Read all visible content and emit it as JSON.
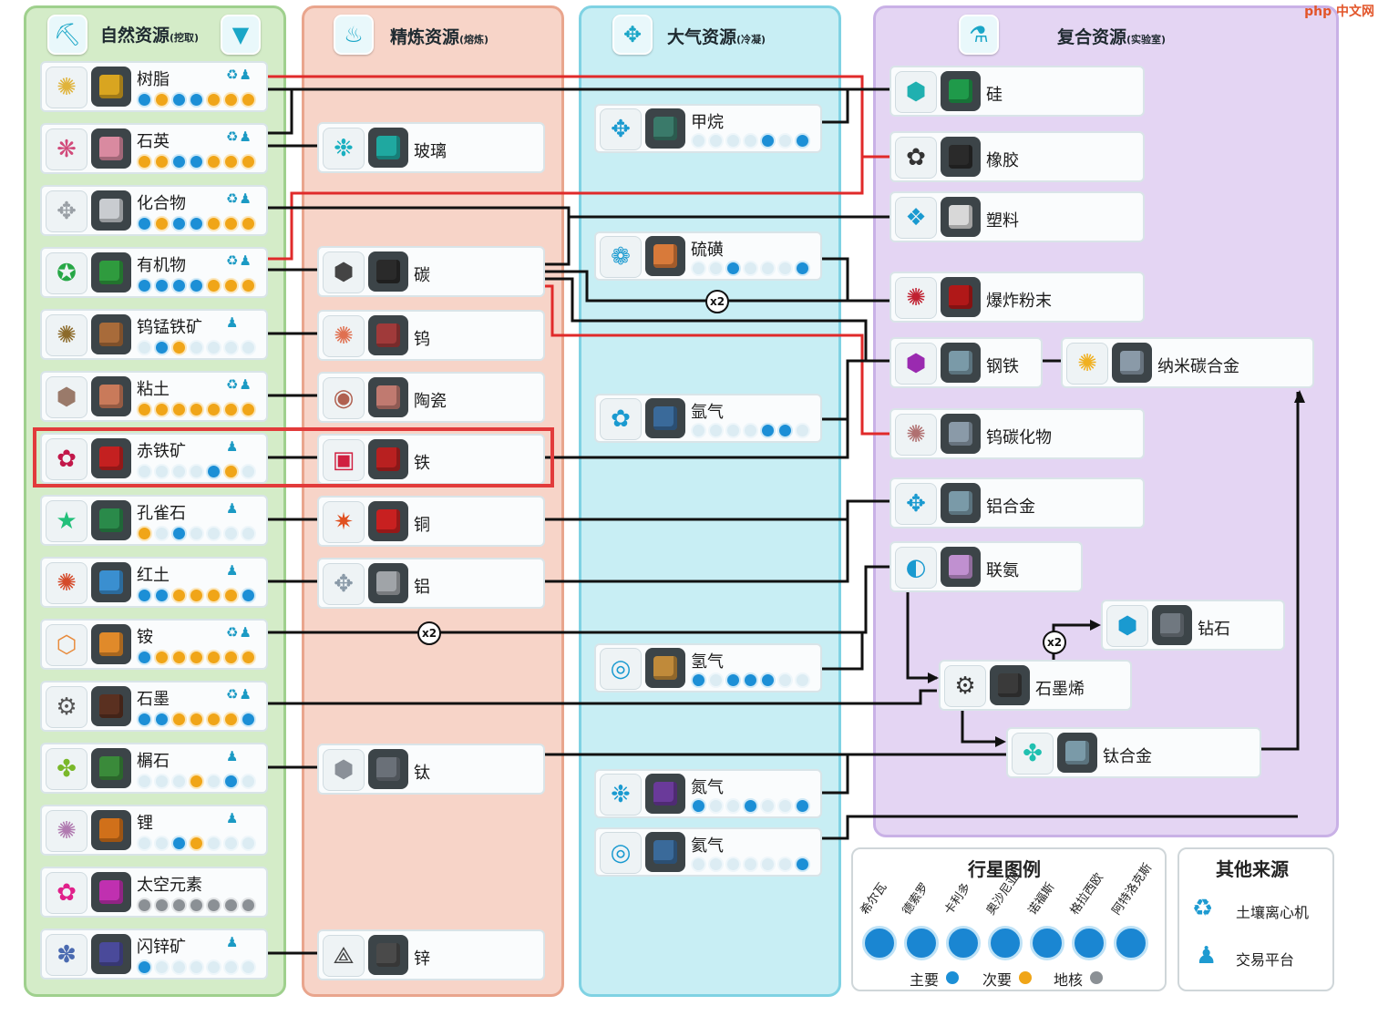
{
  "watermark": "php 中文网",
  "columns": {
    "natural": {
      "title": "自然资源",
      "sub": "(挖取)"
    },
    "refined": {
      "title": "精炼资源",
      "sub": "(熔炼)"
    },
    "atmo": {
      "title": "大气资源",
      "sub": "(冷凝)"
    },
    "composite": {
      "title": "复合资源",
      "sub": "(实验室)"
    }
  },
  "natural": [
    {
      "name": "树脂",
      "icon": "✺",
      "icon_color": "#e0b33a",
      "cube": "#d9a520",
      "dots": "psppsss"
    },
    {
      "name": "石英",
      "icon": "❋",
      "icon_color": "#d14a7a",
      "cube": "#d98aa0",
      "dots": "ssppsss"
    },
    {
      "name": "化合物",
      "icon": "✥",
      "icon_color": "#9aa0a6",
      "cube": "#c9ccd0",
      "dots": "psppsss"
    },
    {
      "name": "有机物",
      "icon": "✪",
      "icon_color": "#27a746",
      "cube": "#2f9b3e",
      "dots": "ppppsss"
    },
    {
      "name": "钨锰铁矿",
      "icon": "✺",
      "icon_color": "#8c6a2a",
      "cube": "#a86b3a",
      "dots": "npsnnnn"
    },
    {
      "name": "粘土",
      "icon": "⬢",
      "icon_color": "#9a7a6a",
      "cube": "#c97a5a",
      "dots": "sssssss"
    },
    {
      "name": "赤铁矿",
      "icon": "✿",
      "icon_color": "#c2184a",
      "cube": "#c42020",
      "dots": "nnnnpsn"
    },
    {
      "name": "孔雀石",
      "icon": "★",
      "icon_color": "#22c07a",
      "cube": "#2a8a4a",
      "dots": "snpnnnn"
    },
    {
      "name": "红土",
      "icon": "✺",
      "icon_color": "#d44a2a",
      "cube": "#3a8fd0",
      "dots": "ppssssp"
    },
    {
      "name": "铵",
      "icon": "⬡",
      "icon_color": "#e88a3a",
      "cube": "#e08a2a",
      "dots": "pssssss"
    },
    {
      "name": "石墨",
      "icon": "⚙",
      "icon_color": "#555",
      "cube": "#5a3020",
      "dots": "ppssssp"
    },
    {
      "name": "榍石",
      "icon": "✤",
      "icon_color": "#7ab82a",
      "cube": "#3a8a3a",
      "dots": "nnnsnpn"
    },
    {
      "name": "锂",
      "icon": "✺",
      "icon_color": "#b07ab0",
      "cube": "#d0701a",
      "dots": "nnpsnnn"
    },
    {
      "name": "太空元素",
      "icon": "✿",
      "icon_color": "#e0208a",
      "cube": "#c030b0",
      "dots": "ccccccc"
    },
    {
      "name": "闪锌矿",
      "icon": "✽",
      "icon_color": "#4a6ab0",
      "cube": "#4a4a9a",
      "dots": "pnnnnnn"
    }
  ],
  "refined": [
    {
      "name": "玻璃",
      "icon": "❉",
      "icon_color": "#1ab0c0",
      "cube": "#1fa8a0"
    },
    {
      "name": "碳",
      "icon": "⬢",
      "icon_color": "#444",
      "cube": "#2a2a2a"
    },
    {
      "name": "钨",
      "icon": "✺",
      "icon_color": "#e07050",
      "cube": "#a03a3a"
    },
    {
      "name": "陶瓷",
      "icon": "◉",
      "icon_color": "#b06050",
      "cube": "#c07a70"
    },
    {
      "name": "铁",
      "icon": "▣",
      "icon_color": "#d02040",
      "cube": "#b82020"
    },
    {
      "name": "铜",
      "icon": "✷",
      "icon_color": "#e05020",
      "cube": "#c82020"
    },
    {
      "name": "铝",
      "icon": "✥",
      "icon_color": "#8a9aa8",
      "cube": "#a0a4a8"
    },
    {
      "name": "钛",
      "icon": "⬢",
      "icon_color": "#8a9098",
      "cube": "#6a7078"
    },
    {
      "name": "锌",
      "icon": "⟁",
      "icon_color": "#444",
      "cube": "#4a4a4a"
    }
  ],
  "atmo": [
    {
      "name": "甲烷",
      "icon": "✥",
      "icon_color": "#1a9ad0",
      "cube": "#3a7a6a",
      "dots": "nnnnpnp"
    },
    {
      "name": "硫磺",
      "icon": "❁",
      "icon_color": "#1a9ad0",
      "cube": "#d87a3a",
      "dots": "nnpnnnp"
    },
    {
      "name": "氩气",
      "icon": "✿",
      "icon_color": "#1a9ad0",
      "cube": "#3a6a9a",
      "dots": "nnnnppn"
    },
    {
      "name": "氢气",
      "icon": "◎",
      "icon_color": "#1a9ad0",
      "cube": "#c08a3a",
      "dots": "pnpppnn"
    },
    {
      "name": "氮气",
      "icon": "❉",
      "icon_color": "#1a9ad0",
      "cube": "#6a3a9a",
      "dots": "pnnpnnp"
    },
    {
      "name": "氦气",
      "icon": "◎",
      "icon_color": "#1a9ad0",
      "cube": "#3a6a9a",
      "dots": "nnnnnnp"
    }
  ],
  "composite": [
    {
      "name": "硅",
      "icon": "⬢",
      "icon_color": "#20b0b0",
      "cube": "#1f9a4a"
    },
    {
      "name": "橡胶",
      "icon": "✿",
      "icon_color": "#333",
      "cube": "#2a2a2a"
    },
    {
      "name": "塑料",
      "icon": "❖",
      "icon_color": "#1a9ad0",
      "cube": "#d8d8d8"
    },
    {
      "name": "爆炸粉末",
      "icon": "✺",
      "icon_color": "#c02030",
      "cube": "#b01818"
    },
    {
      "name": "钢铁",
      "icon": "⬢",
      "icon_color": "#9a2ab0",
      "cube": "#7a9aa8"
    },
    {
      "name": "纳米碳合金",
      "icon": "✺",
      "icon_color": "#f0b020",
      "cube": "#8a9aa8"
    },
    {
      "name": "钨碳化物",
      "icon": "✺",
      "icon_color": "#b07070",
      "cube": "#8a9aa8"
    },
    {
      "name": "铝合金",
      "icon": "✥",
      "icon_color": "#1a9ad0",
      "cube": "#7a9aa8"
    },
    {
      "name": "联氨",
      "icon": "◐",
      "icon_color": "#1a9ad0",
      "cube": "#c090d0"
    },
    {
      "name": "钻石",
      "icon": "⬢",
      "icon_color": "#1a9ad0",
      "cube": "#707880"
    },
    {
      "name": "石墨烯",
      "icon": "⚙",
      "icon_color": "#333",
      "cube": "#3a3a3a"
    },
    {
      "name": "钛合金",
      "icon": "✤",
      "icon_color": "#20c0b0",
      "cube": "#7a9aa8"
    }
  ],
  "x2_label": "x2",
  "legend": {
    "title": "行星图例",
    "planets": [
      "希尔瓦",
      "德索罗",
      "卡利多",
      "奥沙尼亚",
      "诺福斯",
      "格拉西欧",
      "阿特洛克斯"
    ],
    "primary": "主要",
    "secondary": "次要",
    "core": "地核",
    "colors": {
      "primary": "#1c8fd6",
      "secondary": "#f0a518",
      "core": "#8b9095"
    }
  },
  "other": {
    "title": "其他来源",
    "items": [
      "土壤离心机",
      "交易平台"
    ]
  },
  "colors": {
    "wire": "#111111",
    "highlight_wire": "#e02a2a",
    "highlight_box": "#e23b3b"
  }
}
